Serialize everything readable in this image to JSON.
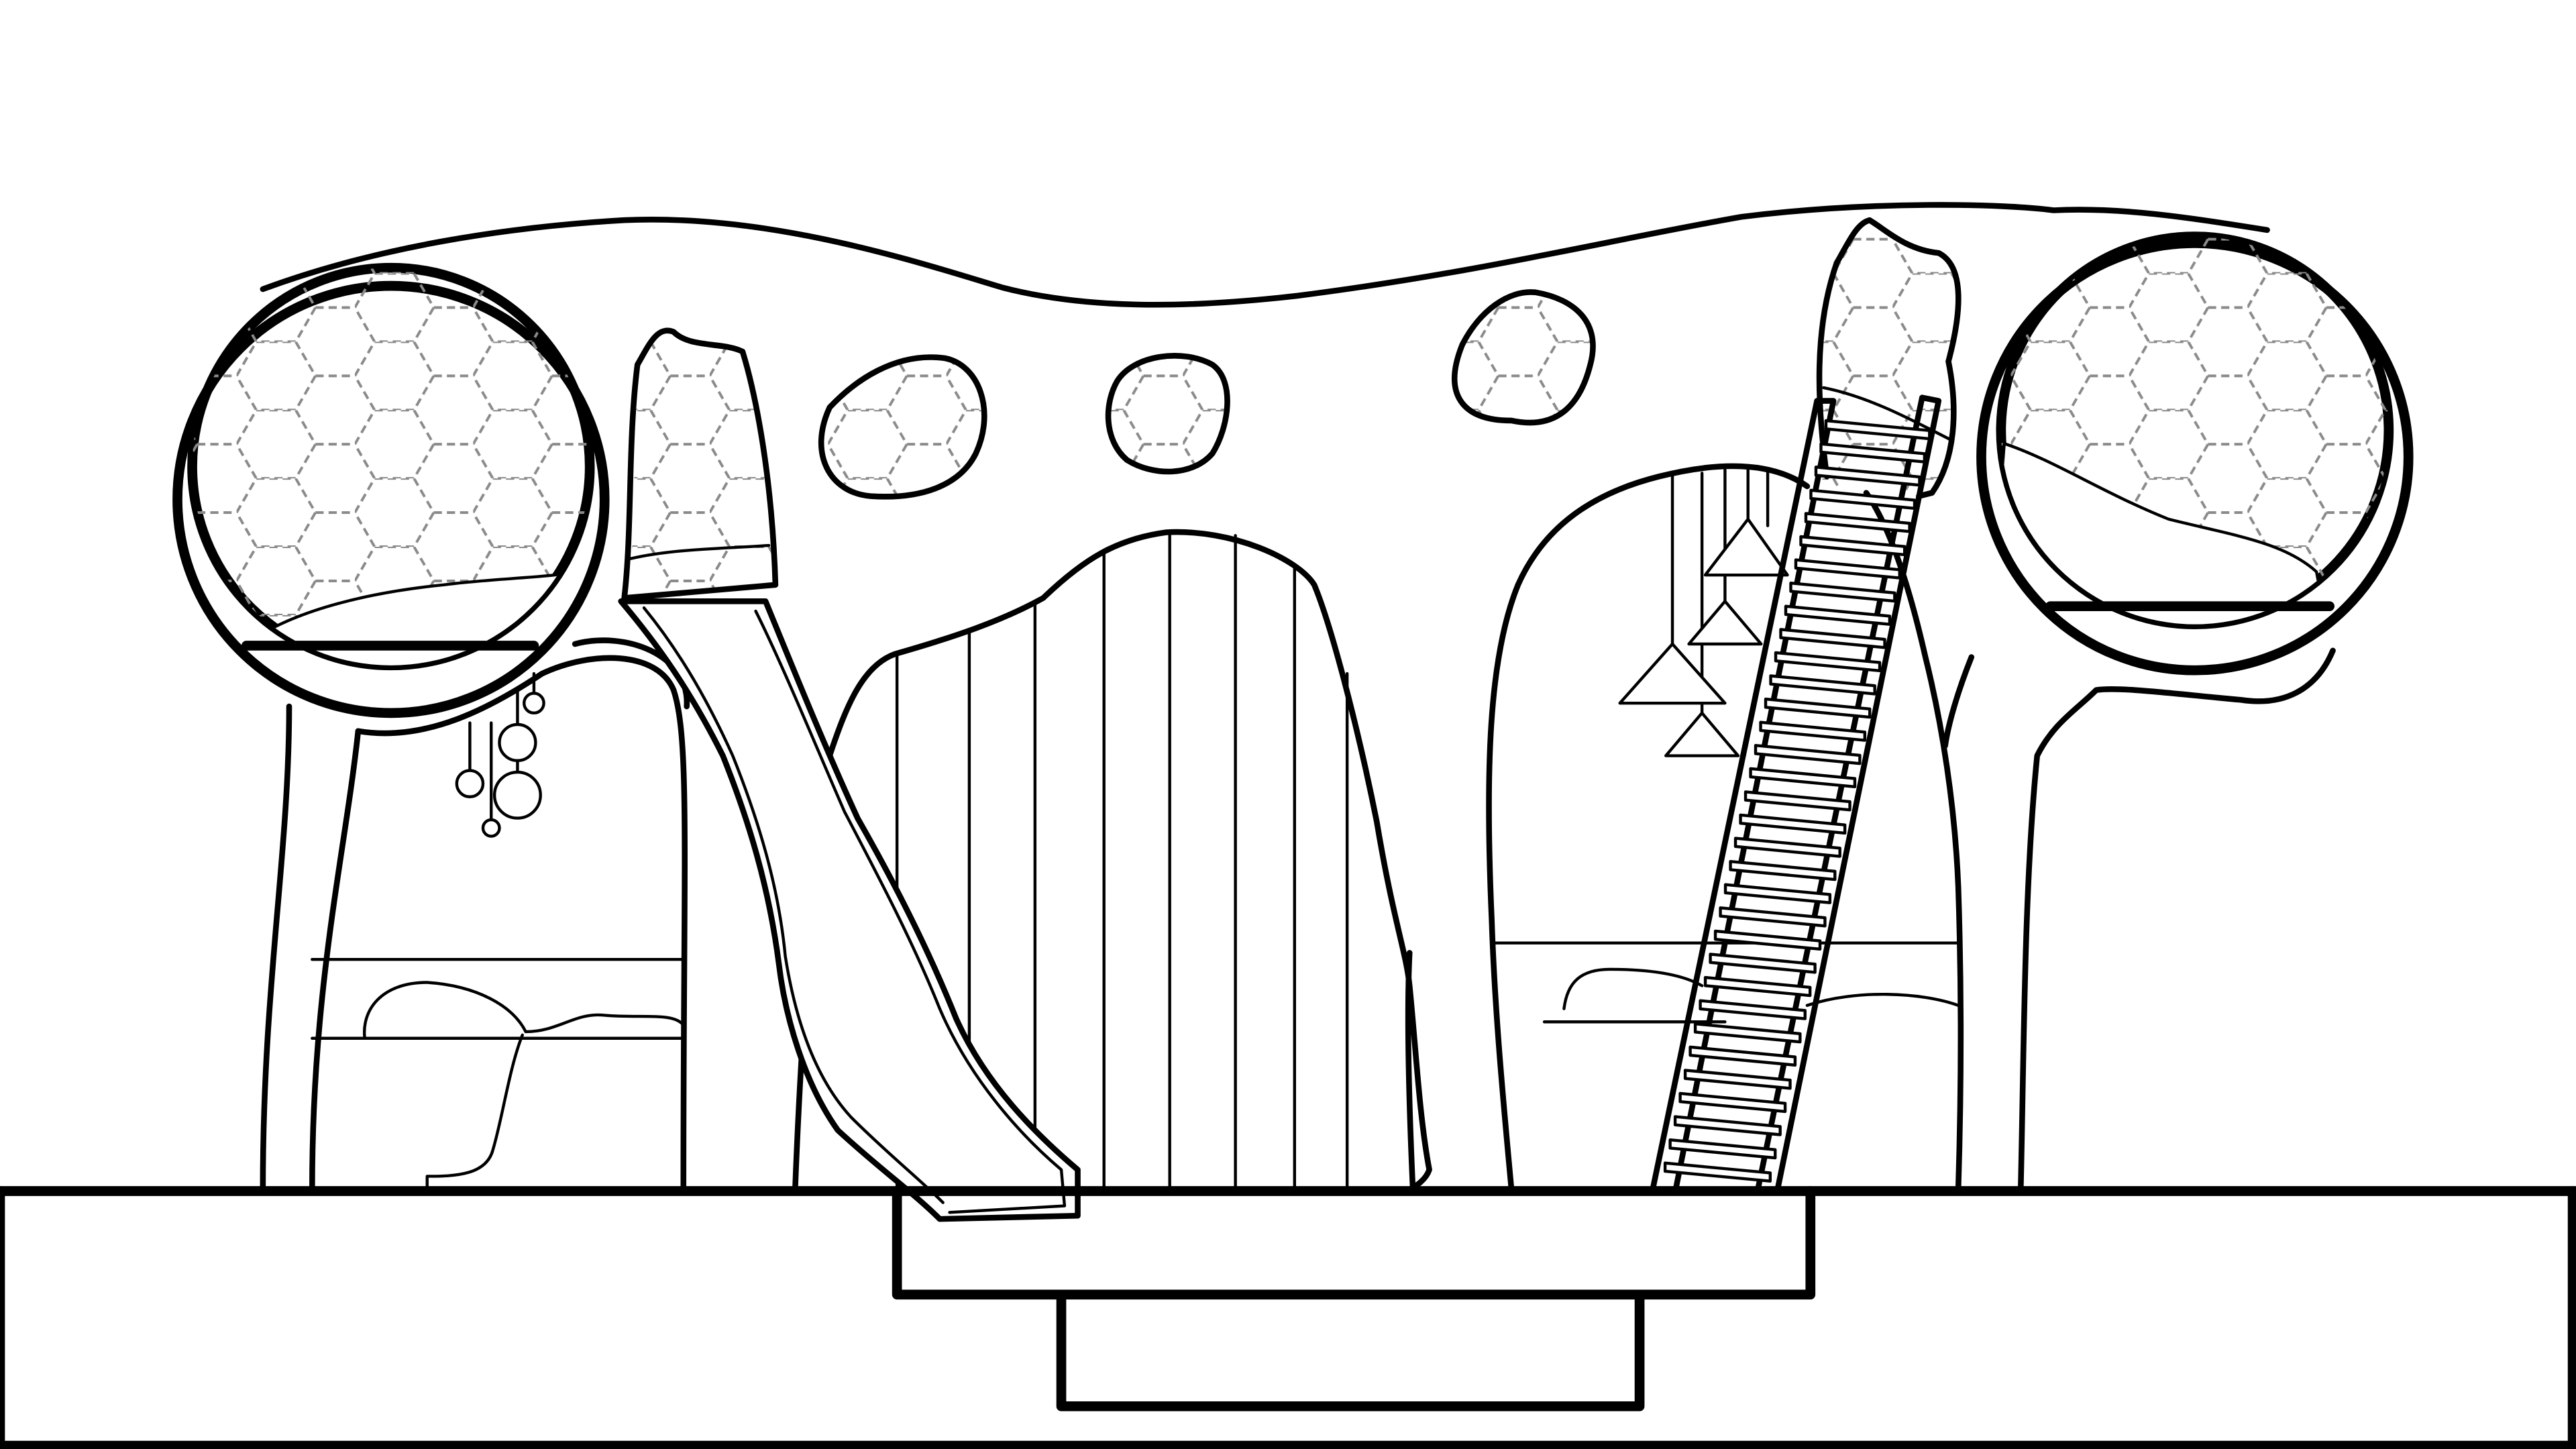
{
  "drawing": {
    "kind": "elevation line drawing",
    "components": [
      "canopy-roof",
      "left-porthole-window",
      "right-porthole-window",
      "left-pillar",
      "right-pillar",
      "slide",
      "ladder",
      "hanging-spheres",
      "hanging-triangles",
      "center-panel",
      "stepped-base",
      "honeycomb-rocks"
    ],
    "colors": {
      "line": "#000000",
      "hex_pattern": "#8a8a8a",
      "background": "#ffffff"
    },
    "ladder_rungs": 33
  }
}
